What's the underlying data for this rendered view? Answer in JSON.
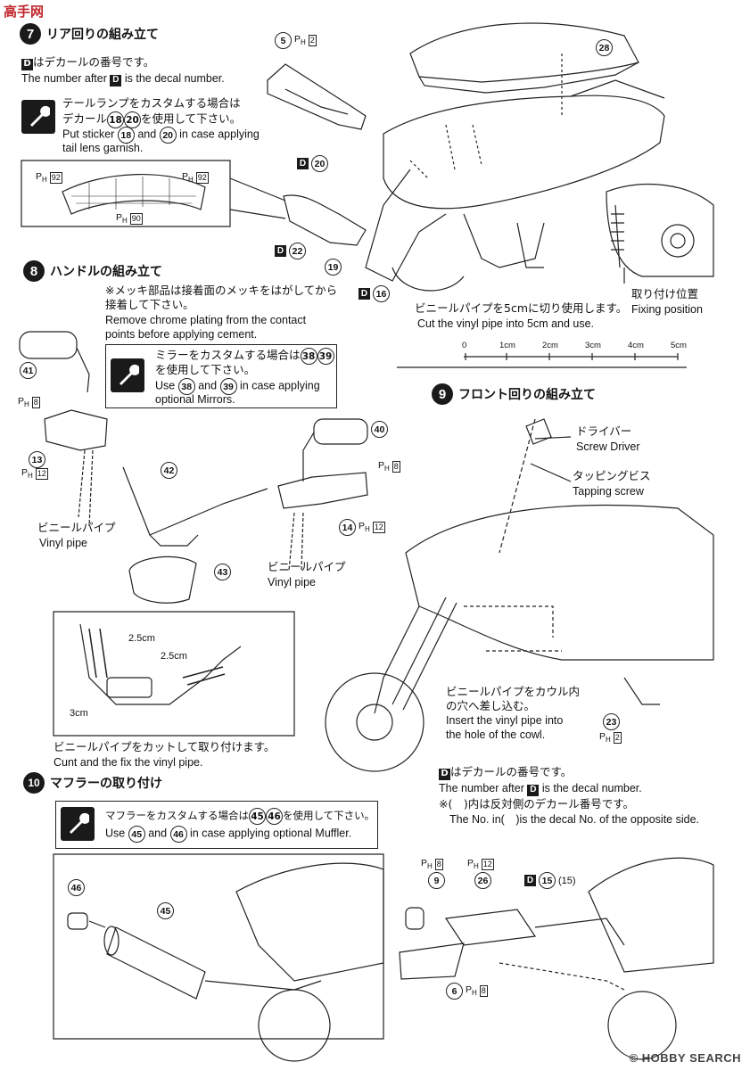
{
  "watermark": {
    "top_left": "高手网",
    "bottom_right": "HOBBY SEARCH",
    "bottom_right_mark": "©"
  },
  "s7": {
    "num": "7",
    "title": "リア回りの組み立て",
    "decal_jp": "はデカールの番号です。",
    "decal_en_a": "The number after",
    "decal_en_b": "is the decal number.",
    "tip_jp1": "テールランプをカスタムする場合は",
    "tip_jp2a": "デカール",
    "tip_jp2b": "を使用して下さい。",
    "tip_en1a": "Put sticker",
    "tip_en1b": "and",
    "tip_en1c": "in case applying",
    "tip_en2": "tail lens garnish.",
    "n18": "18",
    "n20": "20",
    "parts": {
      "p5": "5",
      "p28": "28",
      "p19": "19",
      "d20": "20",
      "d22": "22",
      "d16": "16"
    },
    "ph_inset": {
      "a": "92",
      "b": "92",
      "c": "90"
    },
    "ph5": "2",
    "vinyl_jp": "ビニールパイプを5cmに切り使用します。",
    "vinyl_en": "Cut the vinyl pipe into 5cm and use.",
    "fix_jp": "取り付け位置",
    "fix_en": "Fixing position",
    "ruler": [
      "0",
      "1cm",
      "2cm",
      "3cm",
      "4cm",
      "5cm"
    ]
  },
  "s8": {
    "num": "8",
    "title": "ハンドルの組み立て",
    "note_jp1": "※メッキ部品は接着面のメッキをはがしてから",
    "note_jp2": "接着して下さい。",
    "note_en1": "Remove chrome plating from the contact",
    "note_en2": "points before applying cement.",
    "tip_jp1a": "ミラーをカスタムする場合は",
    "tip_jp2": "を使用して下さい。",
    "tip_en1a": "Use",
    "tip_en1b": "and",
    "tip_en1c": "in case applying",
    "tip_en2": "optional Mirrors.",
    "n38": "38",
    "n39": "39",
    "parts": {
      "p41": "41",
      "p13": "13",
      "p42": "42",
      "p43": "43",
      "p40": "40",
      "p14": "14"
    },
    "ph": {
      "left_top": "8",
      "left_13": "12",
      "right_8": "8",
      "right_14": "12"
    },
    "vinyl_jp": "ビニールパイプ",
    "vinyl_en": "Vinyl pipe",
    "dims": {
      "a": "2.5cm",
      "b": "2.5cm",
      "c": "3cm"
    },
    "cut_jp": "ビニールパイプをカットして取り付けます。",
    "cut_en": "Cunt and the fix the vinyl pipe."
  },
  "s9": {
    "num": "9",
    "title": "フロント回りの組み立て",
    "driver_jp": "ドライバー",
    "driver_en": "Screw Driver",
    "screw_jp": "タッピングビス",
    "screw_en": "Tapping screw",
    "insert_jp1": "ビニールパイプをカウル内",
    "insert_jp2": "の穴へ差し込む。",
    "insert_en1": "Insert the vinyl pipe into",
    "insert_en2": "the hole of the cowl.",
    "p23": "23",
    "ph23": "2",
    "decal_jp": "はデカールの番号です。",
    "decal_en_a": "The number after",
    "decal_en_b": "is the decal number.",
    "opp_jp": "※(　)内は反対側のデカール番号です。",
    "opp_en": "The No. in(　)is the decal No. of the opposite side."
  },
  "s10": {
    "num": "10",
    "title": "マフラーの取り付け",
    "tip_jp_a": "マフラーをカスタムする場合は",
    "tip_jp_b": "を使用して下さい。",
    "tip_en_a": "Use",
    "tip_en_b": "and",
    "tip_en_c": "in case applying optional Muffler.",
    "n45": "45",
    "n46": "46",
    "parts": {
      "p46": "46",
      "p45": "45",
      "p9": "9",
      "p26": "26",
      "p6": "6",
      "d15": "15",
      "d15b": "(15)"
    },
    "ph": {
      "p9": "8",
      "p26": "12",
      "p6": "8"
    }
  },
  "labels": {
    "D": "D",
    "PH": "P",
    "PH_sub": "H"
  }
}
